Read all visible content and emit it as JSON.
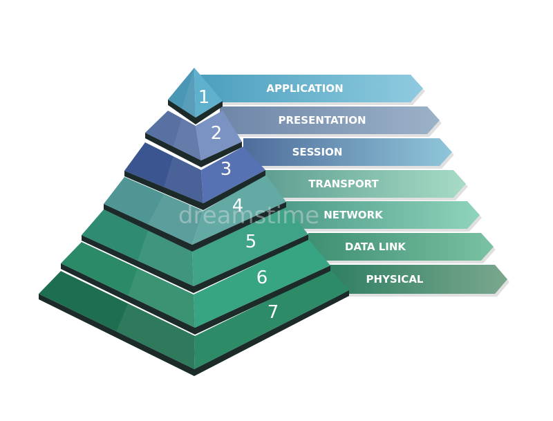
{
  "diagram": {
    "layers": [
      {
        "number": "1",
        "label": "APPLICATION",
        "banner_color": "#4c9fbe",
        "banner_color_end": "#8fcbe0",
        "face_left": "#4a96b5",
        "face_right": "#5fb0cc"
      },
      {
        "number": "2",
        "label": "PRESENTATION",
        "banner_color": "#6f86a8",
        "banner_color_end": "#9cb2c8",
        "face_left": "#5871a3",
        "face_right": "#7a93c2"
      },
      {
        "number": "3",
        "label": "SESSION",
        "banner_color": "#4f6c9a",
        "banner_color_end": "#8fc6da",
        "face_left": "#3a5590",
        "face_right": "#5672b3"
      },
      {
        "number": "4",
        "label": "TRANSPORT",
        "banner_color": "#5f9f92",
        "banner_color_end": "#a7dcc6",
        "face_left": "#4f9694",
        "face_right": "#63aaa5"
      },
      {
        "number": "5",
        "label": "NETWORK",
        "banner_color": "#4e9c8a",
        "banner_color_end": "#8fd3bb",
        "face_left": "#2f8c73",
        "face_right": "#3fa487"
      },
      {
        "number": "6",
        "label": "DATA LINK",
        "banner_color": "#3f8f72",
        "banner_color_end": "#7ac2a3",
        "face_left": "#2b8a68",
        "face_right": "#37a483"
      },
      {
        "number": "7",
        "label": "PHYSICAL",
        "banner_color": "#2f7f62",
        "banner_color_end": "#7aa88e",
        "face_left": "#1e6f4f",
        "face_right": "#2d8c67"
      }
    ],
    "watermark": "dreamstime"
  }
}
